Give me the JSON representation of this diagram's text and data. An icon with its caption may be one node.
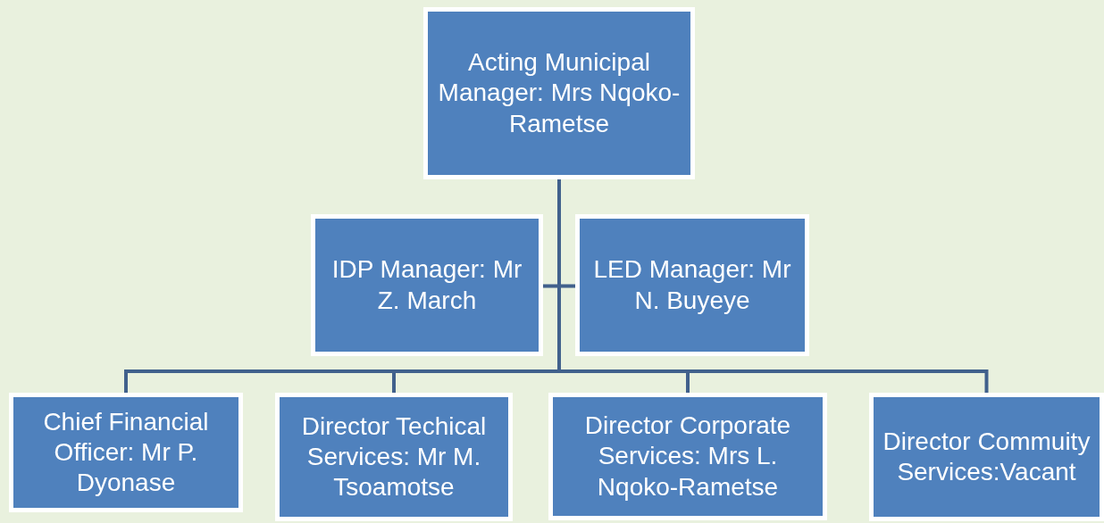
{
  "diagram": {
    "nodes": [
      {
        "text": [
          "Acting Municipal Manager: Mrs Nqoko-Rametse"
        ]
      },
      {
        "text": [
          "IDP Manager: Mr Z. March"
        ]
      },
      {
        "text": [
          "LED Manager: Mr N. Buyeye"
        ]
      },
      {
        "text": [
          "Chief Financial Officer: Mr P. Dyonase"
        ]
      },
      {
        "text": [
          "Director Techical Services: Mr M. Tsoamotse"
        ]
      },
      {
        "text": [
          "Director Corporate Services: Mrs L. Nqoko-Rametse"
        ]
      },
      {
        "text": [
          "Director Commuity Services:Vacant"
        ]
      }
    ],
    "edges": [
      {
        "from": 0,
        "to": 1,
        "arrow": "none"
      },
      {
        "from": 0,
        "to": 2,
        "arrow": "none"
      },
      {
        "from": 0,
        "to": 3,
        "arrow": "none"
      },
      {
        "from": 0,
        "to": 4,
        "arrow": "none"
      },
      {
        "from": 0,
        "to": 5,
        "arrow": "none"
      },
      {
        "from": 0,
        "to": 6,
        "arrow": "none"
      }
    ]
  }
}
